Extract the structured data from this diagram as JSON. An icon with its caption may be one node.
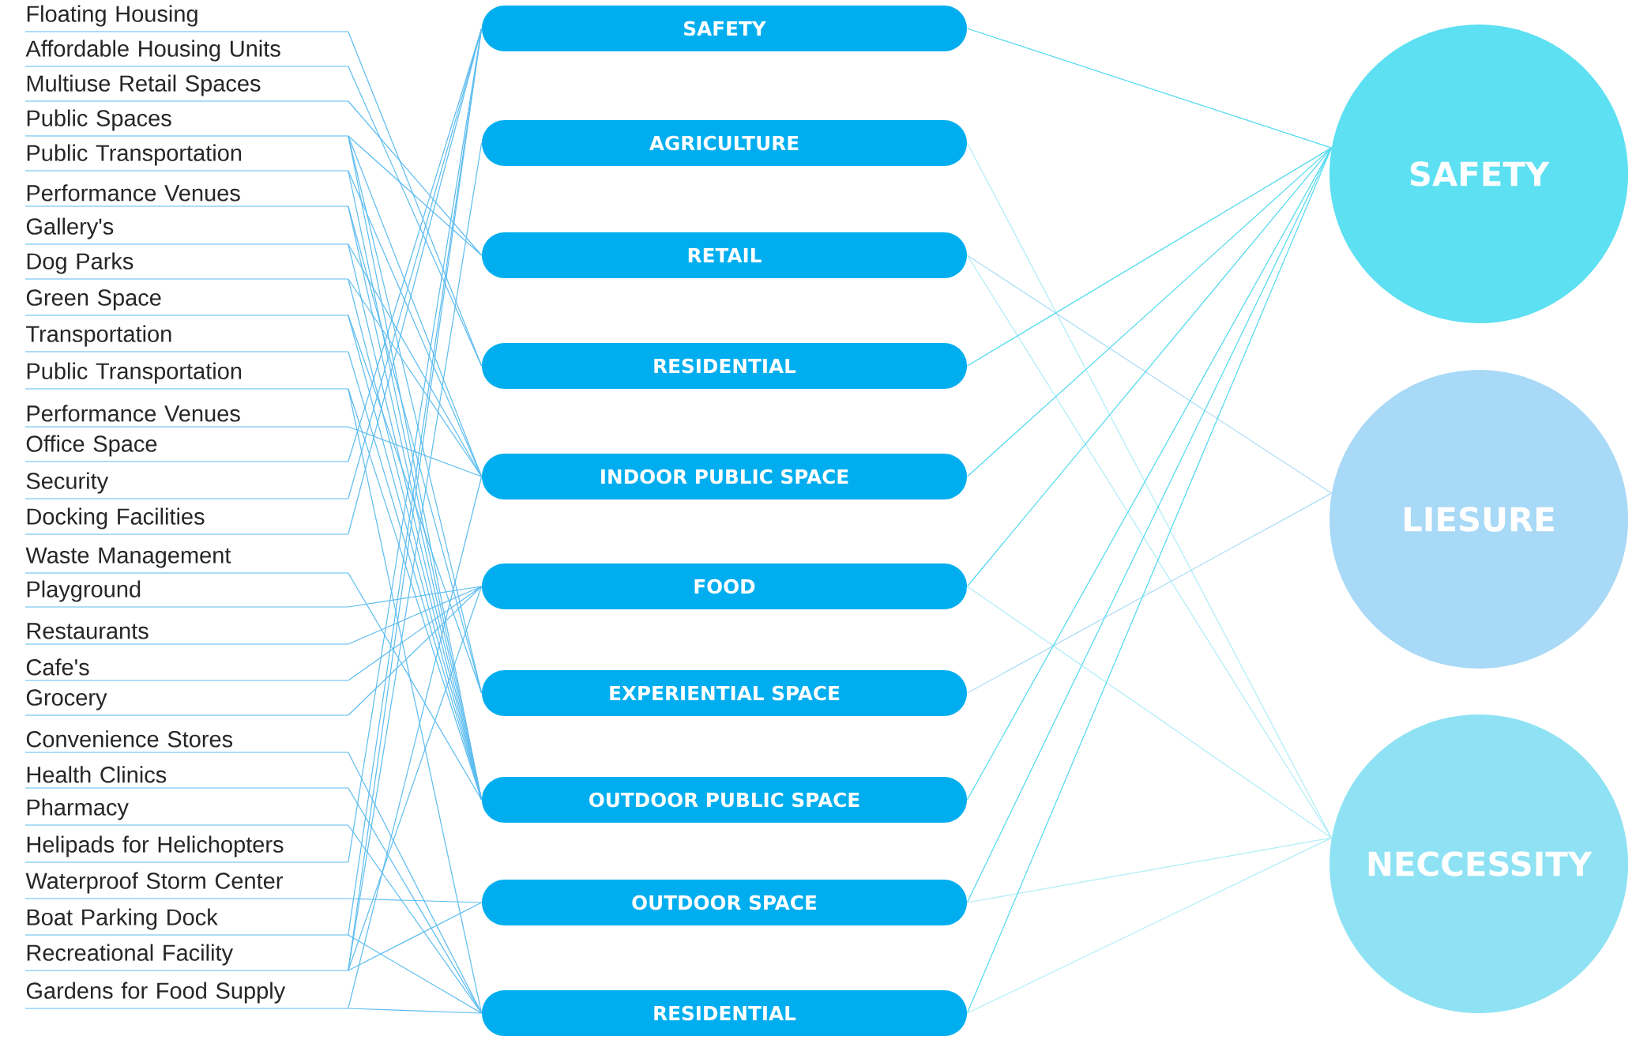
{
  "diagram": {
    "nodes": [
      {
        "text": [
          "Floating Housing"
        ]
      },
      {
        "text": [
          "Affordable Housing Units"
        ]
      },
      {
        "text": [
          "Multiuse Retail Spaces"
        ]
      },
      {
        "text": [
          "Public Spaces"
        ]
      },
      {
        "text": [
          "Public Transportation"
        ]
      },
      {
        "text": [
          "Performance Venues"
        ]
      },
      {
        "text": [
          "Gallery's"
        ]
      },
      {
        "text": [
          "Dog Parks"
        ]
      },
      {
        "text": [
          "Green Space"
        ]
      },
      {
        "text": [
          "Transportation"
        ]
      },
      {
        "text": [
          "Public Transportation"
        ]
      },
      {
        "text": [
          "Performance Venues"
        ]
      },
      {
        "text": [
          "Office Space"
        ]
      },
      {
        "text": [
          "Security"
        ]
      },
      {
        "text": [
          "Docking Facilities"
        ]
      },
      {
        "text": [
          "Waste Management"
        ]
      },
      {
        "text": [
          "Playground"
        ]
      },
      {
        "text": [
          "Restaurants"
        ]
      },
      {
        "text": [
          "Cafe's"
        ]
      },
      {
        "text": [
          "Grocery"
        ]
      },
      {
        "text": [
          "Convenience Stores"
        ]
      },
      {
        "text": [
          "Health Clinics"
        ]
      },
      {
        "text": [
          "Pharmacy"
        ]
      },
      {
        "text": [
          "Helipads for Helichopters"
        ]
      },
      {
        "text": [
          "Waterproof Storm Center"
        ]
      },
      {
        "text": [
          "Boat Parking Dock"
        ]
      },
      {
        "text": [
          "Recreational Facility"
        ]
      },
      {
        "text": [
          "Gardens for Food Supply"
        ]
      },
      {
        "text": [
          "SAFETY"
        ]
      },
      {
        "text": [
          "AGRICULTURE"
        ]
      },
      {
        "text": [
          "RETAIL"
        ]
      },
      {
        "text": [
          "RESIDENTIAL"
        ]
      },
      {
        "text": [
          "INDOOR PUBLIC SPACE"
        ]
      },
      {
        "text": [
          "FOOD"
        ]
      },
      {
        "text": [
          "EXPERIENTIAL SPACE"
        ]
      },
      {
        "text": [
          "OUTDOOR PUBLIC SPACE"
        ]
      },
      {
        "text": [
          "OUTDOOR SPACE"
        ]
      },
      {
        "text": [
          "RESIDENTIAL"
        ]
      },
      {
        "text": [
          "SAFETY"
        ]
      },
      {
        "text": [
          "LIESURE"
        ]
      },
      {
        "text": [
          "NECCESSITY"
        ]
      }
    ],
    "edges": [
      {
        "from": 0,
        "to": 31,
        "arrow": "none"
      },
      {
        "from": 1,
        "to": 31,
        "arrow": "none"
      },
      {
        "from": 2,
        "to": 30,
        "arrow": "none"
      },
      {
        "from": 3,
        "to": 30,
        "arrow": "none"
      },
      {
        "from": 3,
        "to": 32,
        "arrow": "none"
      },
      {
        "from": 3,
        "to": 34,
        "arrow": "none"
      },
      {
        "from": 3,
        "to": 35,
        "arrow": "none"
      },
      {
        "from": 4,
        "to": 32,
        "arrow": "none"
      },
      {
        "from": 4,
        "to": 35,
        "arrow": "none"
      },
      {
        "from": 5,
        "to": 34,
        "arrow": "none"
      },
      {
        "from": 5,
        "to": 35,
        "arrow": "none"
      },
      {
        "from": 6,
        "to": 32,
        "arrow": "none"
      },
      {
        "from": 6,
        "to": 35,
        "arrow": "none"
      },
      {
        "from": 7,
        "to": 32,
        "arrow": "none"
      },
      {
        "from": 7,
        "to": 35,
        "arrow": "none"
      },
      {
        "from": 8,
        "to": 34,
        "arrow": "none"
      },
      {
        "from": 8,
        "to": 35,
        "arrow": "none"
      },
      {
        "from": 9,
        "to": 35,
        "arrow": "none"
      },
      {
        "from": 10,
        "to": 35,
        "arrow": "none"
      },
      {
        "from": 10,
        "to": 37,
        "arrow": "none"
      },
      {
        "from": 11,
        "to": 32,
        "arrow": "none"
      },
      {
        "from": 12,
        "to": 28,
        "arrow": "none"
      },
      {
        "from": 13,
        "to": 28,
        "arrow": "none"
      },
      {
        "from": 14,
        "to": 28,
        "arrow": "none"
      },
      {
        "from": 15,
        "to": 35,
        "arrow": "none"
      },
      {
        "from": 16,
        "to": 33,
        "arrow": "none"
      },
      {
        "from": 17,
        "to": 33,
        "arrow": "none"
      },
      {
        "from": 18,
        "to": 33,
        "arrow": "none"
      },
      {
        "from": 19,
        "to": 33,
        "arrow": "none"
      },
      {
        "from": 20,
        "to": 37,
        "arrow": "none"
      },
      {
        "from": 21,
        "to": 37,
        "arrow": "none"
      },
      {
        "from": 22,
        "to": 37,
        "arrow": "none"
      },
      {
        "from": 23,
        "to": 28,
        "arrow": "none"
      },
      {
        "from": 24,
        "to": 36,
        "arrow": "none"
      },
      {
        "from": 25,
        "to": 28,
        "arrow": "none"
      },
      {
        "from": 25,
        "to": 37,
        "arrow": "none"
      },
      {
        "from": 26,
        "to": 28,
        "arrow": "none"
      },
      {
        "from": 26,
        "to": 29,
        "arrow": "none"
      },
      {
        "from": 26,
        "to": 33,
        "arrow": "none"
      },
      {
        "from": 26,
        "to": 36,
        "arrow": "none"
      },
      {
        "from": 27,
        "to": 32,
        "arrow": "none"
      },
      {
        "from": 27,
        "to": 37,
        "arrow": "none"
      },
      {
        "from": 28,
        "to": 38,
        "arrow": "none",
        "color": "#4dd9ef"
      },
      {
        "from": 29,
        "to": 40,
        "arrow": "none",
        "color": "#aeedf8"
      },
      {
        "from": 30,
        "to": 39,
        "arrow": "none",
        "color": "#a9dcf6"
      },
      {
        "from": 30,
        "to": 40,
        "arrow": "none",
        "color": "#aeedf8"
      },
      {
        "from": 31,
        "to": 38,
        "arrow": "none",
        "color": "#4dd9ef"
      },
      {
        "from": 32,
        "to": 38,
        "arrow": "none",
        "color": "#4dd9ef"
      },
      {
        "from": 33,
        "to": 38,
        "arrow": "none",
        "color": "#4dd9ef"
      },
      {
        "from": 33,
        "to": 40,
        "arrow": "none",
        "color": "#aeedf8"
      },
      {
        "from": 34,
        "to": 39,
        "arrow": "none",
        "color": "#a9dcf6"
      },
      {
        "from": 35,
        "to": 38,
        "arrow": "none",
        "color": "#4dd9ef"
      },
      {
        "from": 36,
        "to": 38,
        "arrow": "none",
        "color": "#4dd9ef"
      },
      {
        "from": 36,
        "to": 40,
        "arrow": "none",
        "color": "#aeedf8"
      },
      {
        "from": 37,
        "to": 38,
        "arrow": "none",
        "color": "#4dd9ef"
      },
      {
        "from": 37,
        "to": 40,
        "arrow": "none",
        "color": "#aeedf8"
      }
    ]
  }
}
